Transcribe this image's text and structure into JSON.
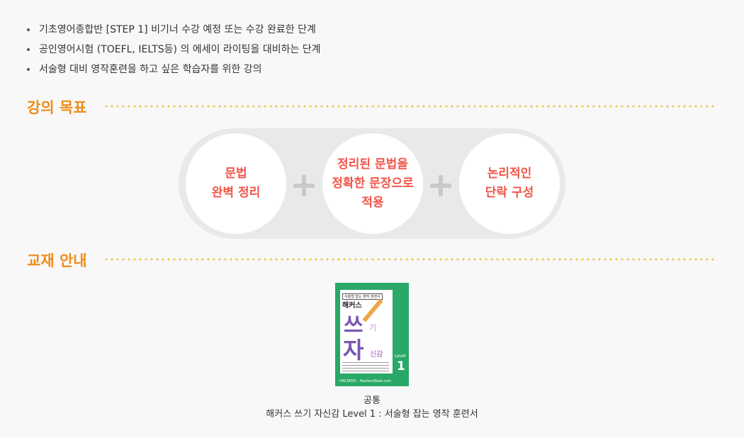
{
  "bullets": [
    "기초영어종합반 [STEP 1] 비기너 수강 예정 또는 수강 완료한 단계",
    "공인영어시험 (TOEFL, IELTS등) 의 에세이 라이팅을 대비하는 단계",
    "서술형 대비 영작훈련을 하고 싶은 학습자를 위한 강의"
  ],
  "goals": {
    "title": "강의 목표",
    "items": [
      "문법\n완벽 정리",
      "정리된 문법을\n정확한 문장으로\n적용",
      "논리적인\n단락 구성"
    ]
  },
  "textbook": {
    "title": "교재 안내",
    "cover": {
      "tagline": "서술형 잡는 영작 훈련서",
      "brand": "해커스",
      "word1": "쓰",
      "word2": "기",
      "word3": "자",
      "word4": "신감",
      "level_label": "Level",
      "level_number": "1",
      "footer": "HACKERS · HackersBook.com"
    },
    "caption_category": "공통",
    "caption_title": "해커스 쓰기 자신감 Level 1 : 서술형 잡는 영작 훈련서"
  },
  "colors": {
    "accent": "#f08c1a",
    "goal_text": "#f2554a",
    "book_green": "#2aa868",
    "book_purple": "#7a56b0"
  }
}
